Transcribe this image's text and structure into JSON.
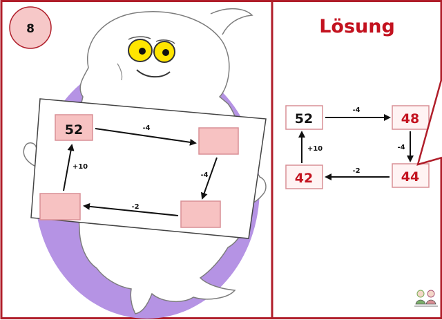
{
  "card": {
    "number": "8",
    "colors": {
      "border": "#b01e2a",
      "badge_fill": "#f6c8c8",
      "box_fill": "#f7c2c2",
      "box_stroke": "#d98f95",
      "purple": "#b593e4",
      "answer_text": "#c3121f"
    }
  },
  "puzzle": {
    "start": "52",
    "ops": {
      "top": "-4",
      "right": "-4",
      "bottom": "-2",
      "left": "+10"
    }
  },
  "solution": {
    "title": "Lösung",
    "values": {
      "tl": "52",
      "tr": "48",
      "br": "44",
      "bl": "42"
    },
    "ops": {
      "top": "-4",
      "right": "-4",
      "bottom": "-2",
      "left": "+10"
    }
  }
}
